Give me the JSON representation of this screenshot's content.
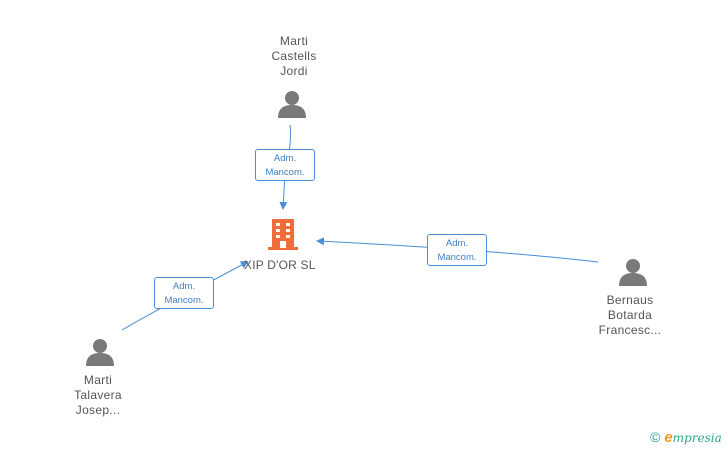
{
  "company": {
    "name": "XIP D'OR SL",
    "icon": "building-icon",
    "color": "#f26b3a"
  },
  "people": [
    {
      "id": "p1",
      "lines": [
        "Marti",
        "Castells",
        "Jordi"
      ],
      "icon": "person-icon"
    },
    {
      "id": "p2",
      "lines": [
        "Bernaus",
        "Botarda",
        "Francesc..."
      ],
      "icon": "person-icon"
    },
    {
      "id": "p3",
      "lines": [
        "Marti",
        "Talavera",
        "Josep..."
      ],
      "icon": "person-icon"
    }
  ],
  "relations": [
    {
      "from": "p1",
      "role_lines": [
        "Adm.",
        "Mancom."
      ]
    },
    {
      "from": "p2",
      "role_lines": [
        "Adm.",
        "Mancom."
      ]
    },
    {
      "from": "p3",
      "role_lines": [
        "Adm.",
        "Mancom."
      ]
    }
  ],
  "colors": {
    "edge": "#4a8fd6",
    "person": "#7a7a7a",
    "text": "#555555"
  },
  "watermark": {
    "copyright": "©",
    "brand_initial": "e",
    "brand_rest": "mpresia"
  }
}
